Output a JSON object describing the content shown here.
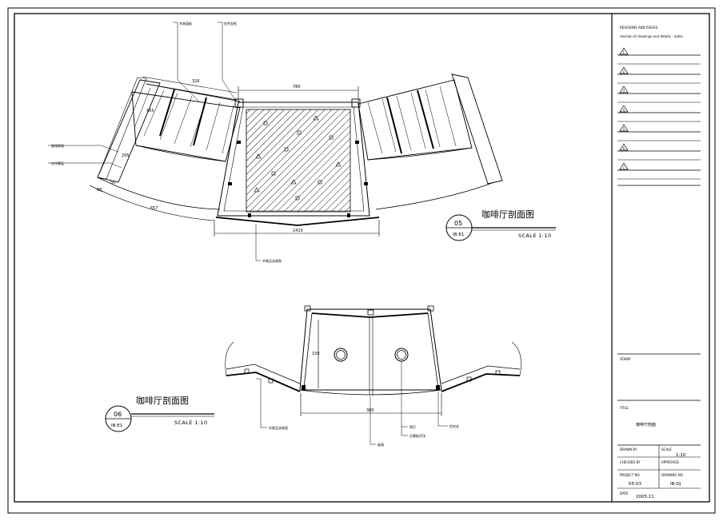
{
  "sheet": {
    "title_block": {
      "header_line1": "REVISIONS AND ISSUES",
      "header_line2": "revision of drawings and details - notes",
      "revision_marks": [
        "1",
        "2",
        "3",
        "4",
        "5",
        "6",
        "7"
      ],
      "stamp_label": "STAMP",
      "title_label": "TITLE",
      "title_value": "咖啡厅剖面",
      "drawn_by_label": "DRAWN BY",
      "scale_label": "SCALE",
      "scale_value": "1:10",
      "checked_by_label": "CHECKED BY",
      "approved_label": "APPROVED",
      "project_no_label": "PROJECT NO",
      "project_no_value": "05-03",
      "drawing_no_label": "DRAWING NO",
      "drawing_no_value": "IB-DJ",
      "date_label": "DATE",
      "date_value": "2005.11"
    },
    "section_05": {
      "number": "05",
      "ref": "IB-E1",
      "title": "咖啡厅剖面图",
      "scale": "SCALE  1:10",
      "dims": {
        "top_width": "780",
        "left_top": "326",
        "bottom_width": "1410",
        "arc_length": "657",
        "thickness_a": "165",
        "thickness_b": "295",
        "thickness_c": "50",
        "thickness_d": "88"
      },
      "callouts": {
        "top_a": "木饰面板",
        "top_b": "铝合金框",
        "left_a": "玻璃饰面",
        "left_b": "木作基层",
        "bottom": "木制品油漆面"
      }
    },
    "section_06": {
      "number": "06",
      "ref": "IB-E1",
      "title": "咖啡厅剖面图",
      "scale": "SCALE  1:10",
      "dims": {
        "bottom_width": "380",
        "height": "150"
      },
      "callouts": {
        "left": "木制品油漆面",
        "center": "玻璃",
        "light_a": "筒灯",
        "light_b": "石膏板吊顶",
        "right": "铝合金"
      }
    }
  }
}
